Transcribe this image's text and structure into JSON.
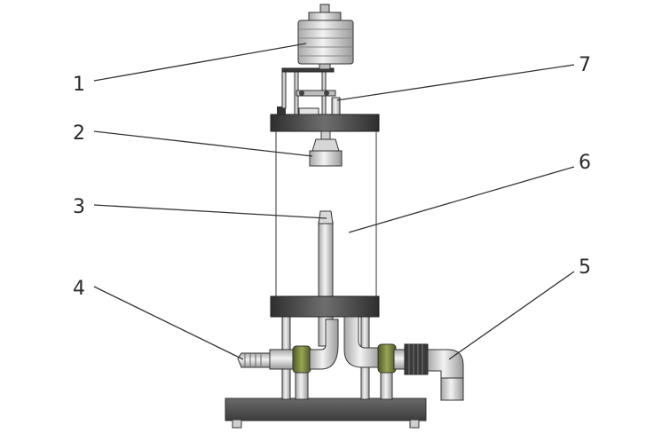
{
  "callouts": [
    {
      "label": "1",
      "part": "motor"
    },
    {
      "label": "2",
      "part": "rotating-nozzle"
    },
    {
      "label": "3",
      "part": "inlet-tube"
    },
    {
      "label": "4",
      "part": "hose-barb-inlet"
    },
    {
      "label": "5",
      "part": "elbow-outlet"
    },
    {
      "label": "6",
      "part": "transparent-chamber"
    },
    {
      "label": "7",
      "part": "mounting-bracket"
    }
  ],
  "colors": {
    "flange": "#3a3a3a",
    "metal_light": "#e0e0e0",
    "metal_mid": "#b8b8b8",
    "valve_green": "#6f7f3a",
    "base": "#4a4a4a",
    "outline": "#333333"
  }
}
